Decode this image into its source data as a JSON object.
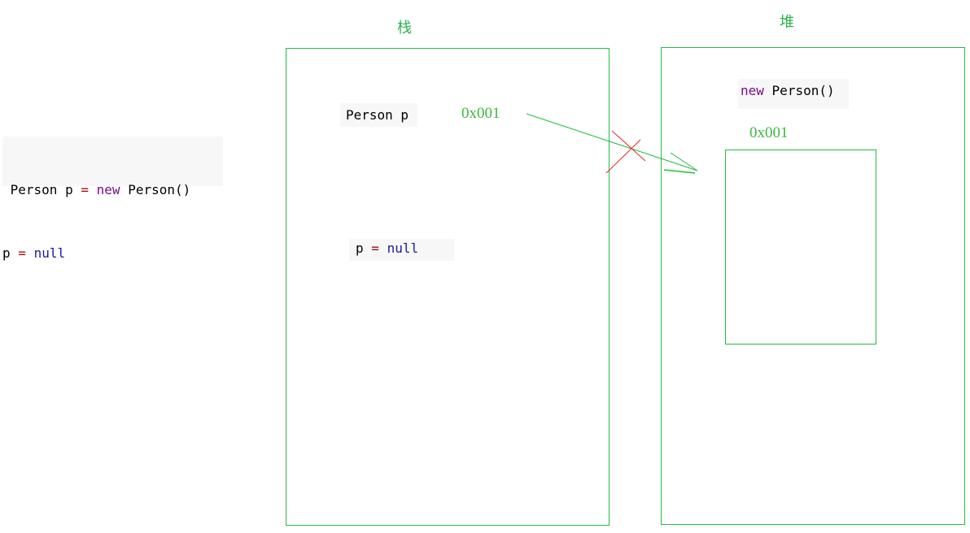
{
  "code_block": {
    "line1": {
      "type": "Person",
      "var": "p",
      "eq": "=",
      "kw": "new",
      "ctor": "Person()"
    },
    "line2": {
      "var": "p",
      "eq": "=",
      "value": "null"
    }
  },
  "stack": {
    "title": "栈",
    "decl": "Person p",
    "address": "0x001",
    "assign": {
      "var": "p",
      "eq": "=",
      "value": "null"
    }
  },
  "heap": {
    "title": "堆",
    "expr": {
      "kw": "new",
      "ctor": "Person()"
    },
    "address": "0x001"
  },
  "colors": {
    "box": "#22bb44",
    "cross": "#ee2222"
  }
}
